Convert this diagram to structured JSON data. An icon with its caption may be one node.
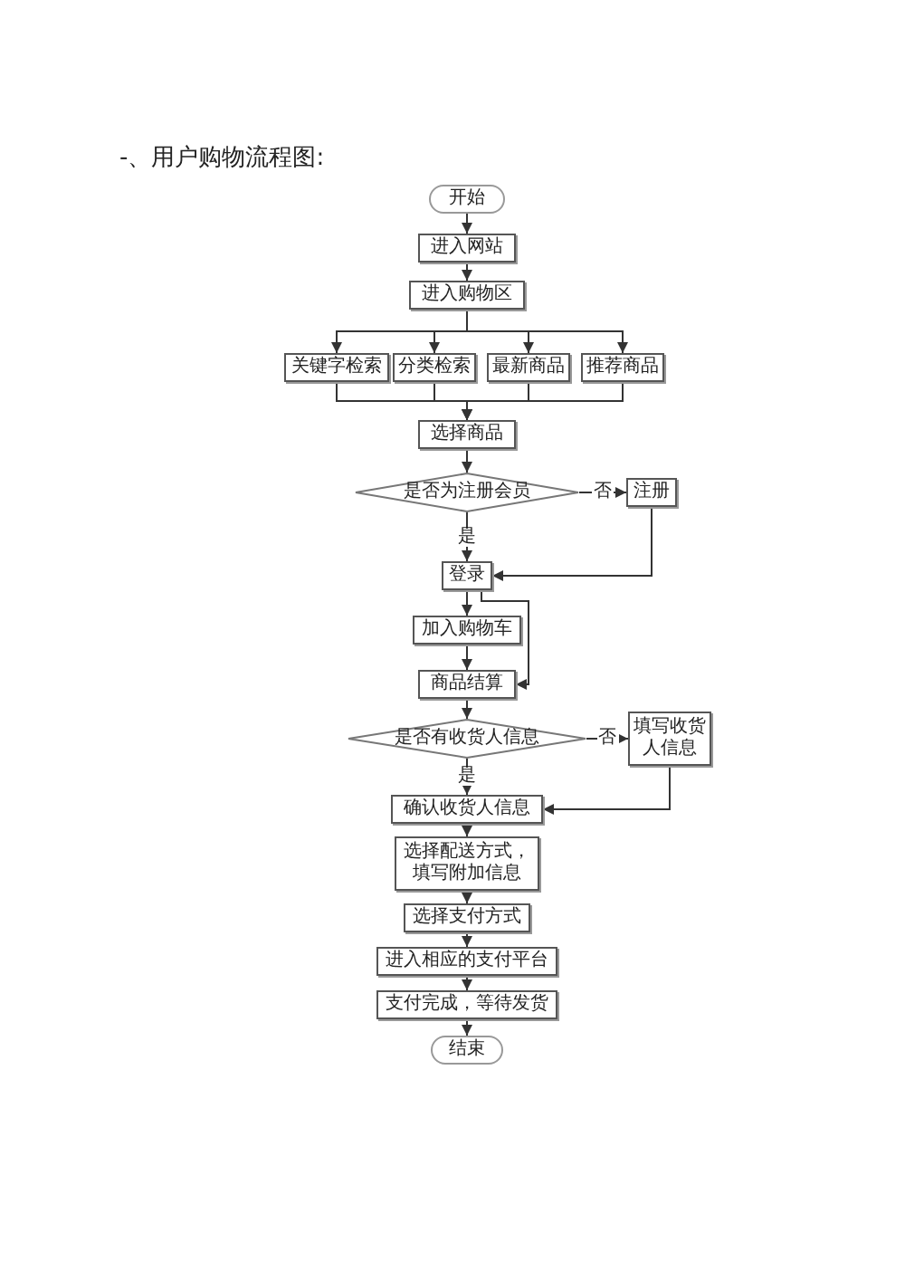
{
  "diagram": {
    "title": "-、用户购物流程图:",
    "nodes": [
      {
        "text": [
          "开始"
        ]
      },
      {
        "text": [
          "进入网站"
        ]
      },
      {
        "text": [
          "进入购物区"
        ]
      },
      {
        "text": [
          "关键字检索"
        ]
      },
      {
        "text": [
          "分类检索"
        ]
      },
      {
        "text": [
          "最新商品"
        ]
      },
      {
        "text": [
          "推荐商品"
        ]
      },
      {
        "text": [
          "选择商品"
        ]
      },
      {
        "text": [
          "是否为注册会员"
        ]
      },
      {
        "text": [
          "注册"
        ]
      },
      {
        "text": [
          "登录"
        ]
      },
      {
        "text": [
          "加入购物车"
        ]
      },
      {
        "text": [
          "商品结算"
        ]
      },
      {
        "text": [
          "是否有收货人信息"
        ]
      },
      {
        "text": [
          "填写收货人信息"
        ]
      },
      {
        "text": [
          "确认收货人信息"
        ]
      },
      {
        "text": [
          "选择配送方式，填写附加信息"
        ]
      },
      {
        "text": [
          "选择支付方式"
        ]
      },
      {
        "text": [
          "进入相应的支付平台"
        ]
      },
      {
        "text": [
          "支付完成，等待发货"
        ]
      },
      {
        "text": [
          "结束"
        ]
      }
    ],
    "edges": [
      {
        "from": 0,
        "to": 1,
        "arrow": "to"
      },
      {
        "from": 1,
        "to": 2,
        "arrow": "to"
      },
      {
        "from": 2,
        "to": 3,
        "arrow": "to"
      },
      {
        "from": 2,
        "to": 4,
        "arrow": "to"
      },
      {
        "from": 2,
        "to": 5,
        "arrow": "to"
      },
      {
        "from": 2,
        "to": 6,
        "arrow": "to"
      },
      {
        "from": 3,
        "to": 7,
        "arrow": "to"
      },
      {
        "from": 4,
        "to": 7,
        "arrow": "to"
      },
      {
        "from": 5,
        "to": 7,
        "arrow": "to"
      },
      {
        "from": 6,
        "to": 7,
        "arrow": "to"
      },
      {
        "from": 7,
        "to": 8,
        "arrow": "to"
      },
      {
        "from": 8,
        "to": 9,
        "arrow": "to",
        "label": "否"
      },
      {
        "from": 8,
        "to": 10,
        "arrow": "to",
        "label": "是"
      },
      {
        "from": 9,
        "to": 10,
        "arrow": "to"
      },
      {
        "from": 10,
        "to": 11,
        "arrow": "to"
      },
      {
        "from": 11,
        "to": 12,
        "arrow": "to"
      },
      {
        "from": 10,
        "to": 12,
        "arrow": "to"
      },
      {
        "from": 12,
        "to": 13,
        "arrow": "to"
      },
      {
        "from": 13,
        "to": 14,
        "arrow": "to",
        "label": "否"
      },
      {
        "from": 13,
        "to": 15,
        "arrow": "to",
        "label": "是"
      },
      {
        "from": 14,
        "to": 15,
        "arrow": "to"
      },
      {
        "from": 15,
        "to": 16,
        "arrow": "to"
      },
      {
        "from": 16,
        "to": 17,
        "arrow": "to"
      },
      {
        "from": 17,
        "to": 18,
        "arrow": "to"
      },
      {
        "from": 18,
        "to": 19,
        "arrow": "to"
      },
      {
        "from": 19,
        "to": 20,
        "arrow": "to"
      }
    ]
  }
}
